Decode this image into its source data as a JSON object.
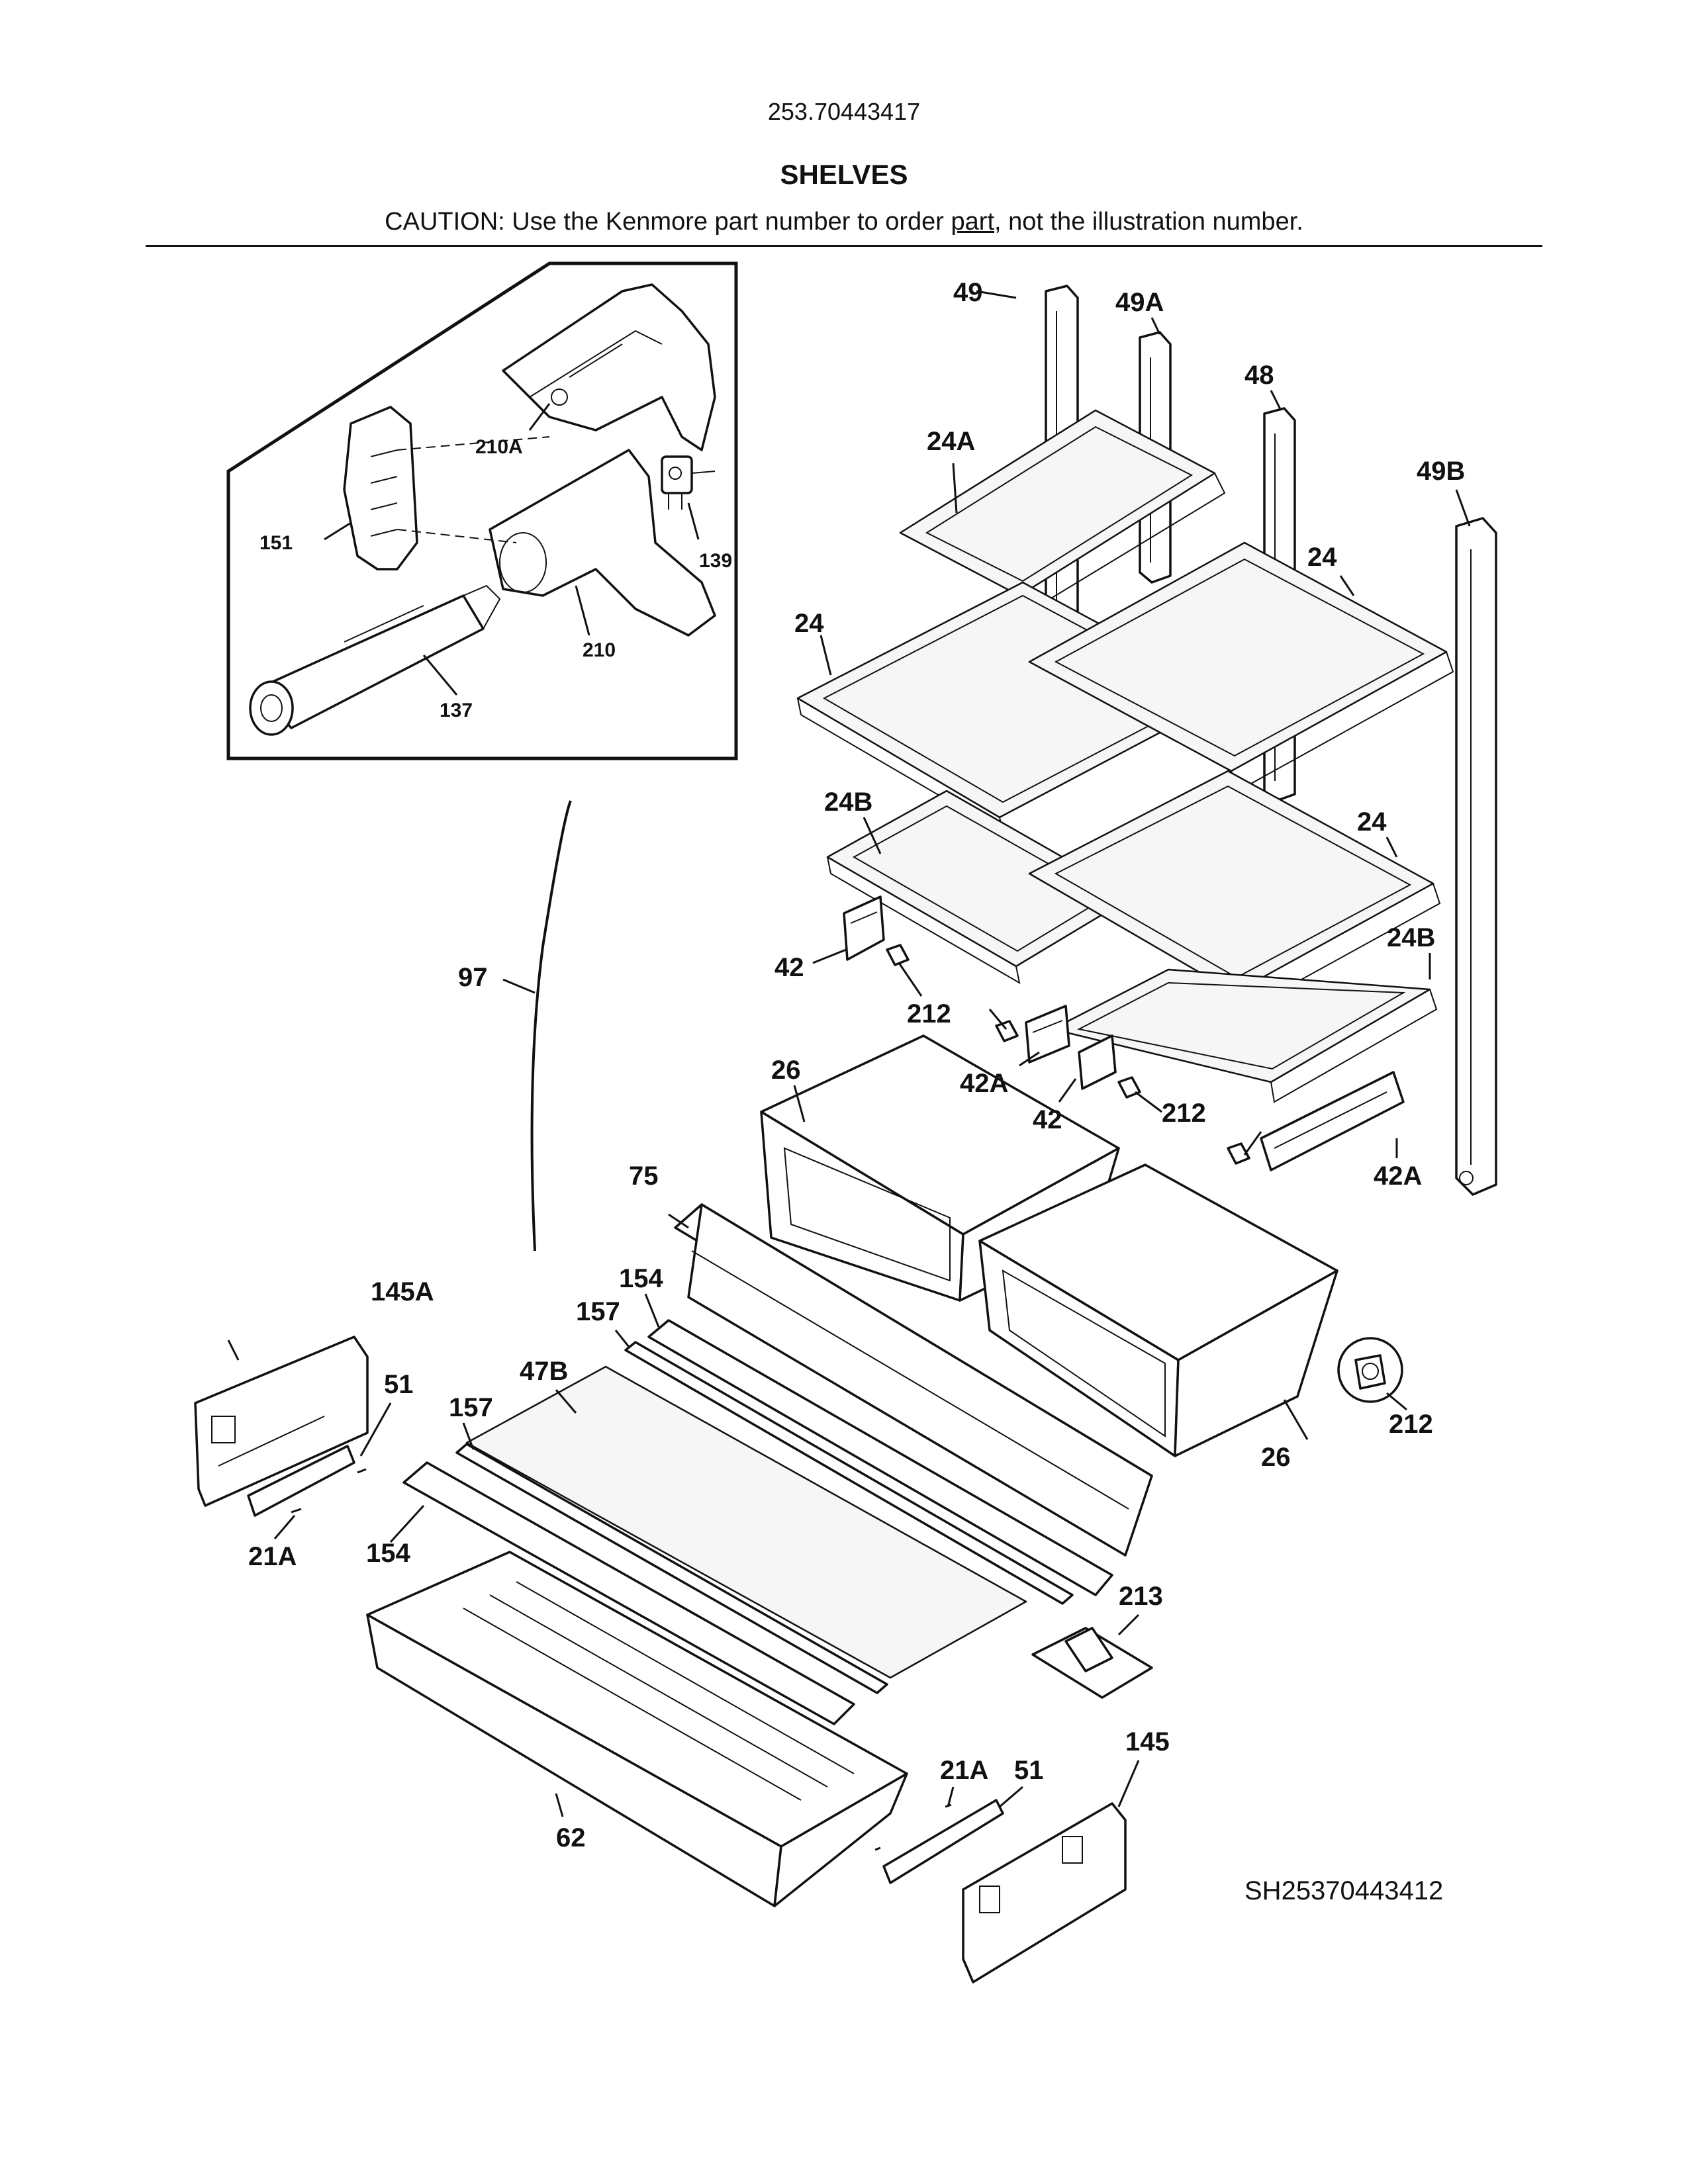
{
  "header": {
    "model_number": "253.70443417",
    "section_title": "SHELVES",
    "caution_prefix": "CAUTION: Use the Kenmore part number to order ",
    "caution_underlined": "part",
    "caution_suffix": ", not the illustration number."
  },
  "drawing_code": "SH25370443412",
  "inset_labels": {
    "filter_housing": "210A",
    "filter_cover": "151",
    "valve": "139",
    "filter_head": "210",
    "water_filter": "137"
  },
  "part_labels": {
    "rail_left": "49",
    "rail_mid": "49A",
    "rail_48": "48",
    "rail_right": "49B",
    "shelf_small": "24A",
    "shelf_top_right": "24",
    "shelf_top_left": "24",
    "shelf_left_lower": "24B",
    "shelf_mid_right": "24",
    "shelf_right_lower": "24B",
    "bracket_42_left": "42",
    "clip_212_left": "212",
    "bracket_42a_left": "42A",
    "bracket_42_mid": "42",
    "clip_212_right": "212",
    "bracket_42a_right": "42A",
    "crisper_left": "26",
    "crisper_right": "26",
    "clip_212_detail": "212",
    "tube_97": "97",
    "cover_75": "75",
    "seal_154_upper": "154",
    "seal_157_upper": "157",
    "glass_47b": "47B",
    "seal_157_lower": "157",
    "seal_154_lower": "154",
    "cover_145a": "145A",
    "slide_51_left": "51",
    "screw_21a_left": "21A",
    "pan_62": "62",
    "damper_213": "213",
    "screw_21a_right": "21A",
    "slide_51_right": "51",
    "cover_145": "145"
  }
}
